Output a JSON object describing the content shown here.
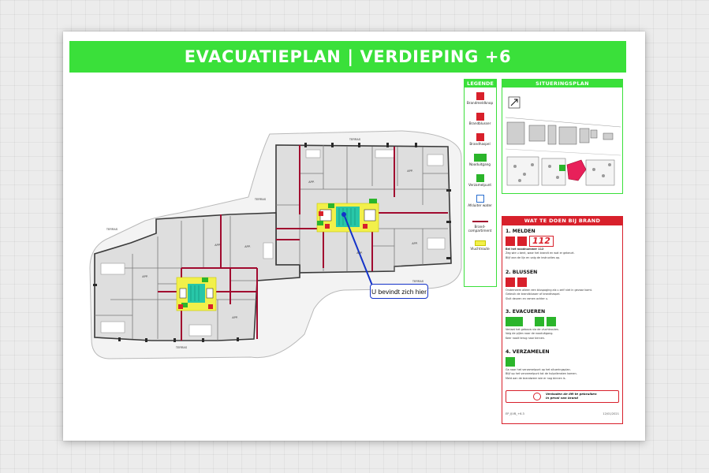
{
  "banner": {
    "title": "EVACUATIEPLAN | VERDIEPING +6"
  },
  "plan": {
    "you_are_here": "U bevindt zich hier",
    "labels": {
      "terras": "TERRAS",
      "app1": "APP.",
      "app2": "APP.",
      "app3": "APP.",
      "app4": "APP.",
      "app5": "APP.",
      "app6": "APP.",
      "app7": "APP.",
      "app8": "APP."
    }
  },
  "legend": {
    "title": "LEGENDE",
    "items": [
      {
        "label": "Brandmeldknop"
      },
      {
        "label": "Brandblusser"
      },
      {
        "label": "Brandhaspel"
      },
      {
        "label": "Nooduitgang"
      },
      {
        "label": "Verzamelpunt"
      },
      {
        "label": "Afsluiter water"
      },
      {
        "label": "Brand-compartiment"
      },
      {
        "label": "Vluchtroute"
      }
    ]
  },
  "situeringsplan": {
    "title": "SITUERINGSPLAN"
  },
  "wat_te_doen": {
    "title": "WAT TE DOEN BIJ BRAND",
    "steps": [
      {
        "title": "1. MELDEN",
        "number": "112",
        "lines": [
          "Bel het noodnummer 112",
          "Zeg wie u bent, waar het brandt en wat er gebeurt.",
          "Blijf aan de lijn en volg de instructies op."
        ]
      },
      {
        "title": "2. BLUSSEN",
        "lines": [
          "Onderneem alleen een bluspoging als u zelf niet in gevaar komt.",
          "Gebruik de brandblusser of brandhaspel.",
          "Sluit deuren en ramen achter u."
        ]
      },
      {
        "title": "3. EVACUEREN",
        "lines": [
          "Verlaat het gebouw via de vluchtroutes.",
          "Volg de pijlen naar de nooduitgang.",
          "Keer nooit terug naar binnen."
        ]
      },
      {
        "title": "4. VERZAMELEN",
        "lines": [
          "Ga naar het verzamelpunt op het situeringsplan.",
          "Blijf op het verzamelpunt tot de hulpdiensten komen.",
          "Meld aan de brandweer wie er nog binnen is."
        ]
      }
    ],
    "no_lift": {
      "line1": "Verboden de lift te gebruiken",
      "line2": "in geval van brand"
    },
    "footer_left": "EP_IJVB_+6.3",
    "footer_right": "12/01/2021"
  },
  "colors": {
    "green": "#3ae03a",
    "red": "#d8202b",
    "compartment": "#a10a2f",
    "escape_route": "#f2f04a",
    "you_are_here": "#1433c8"
  }
}
